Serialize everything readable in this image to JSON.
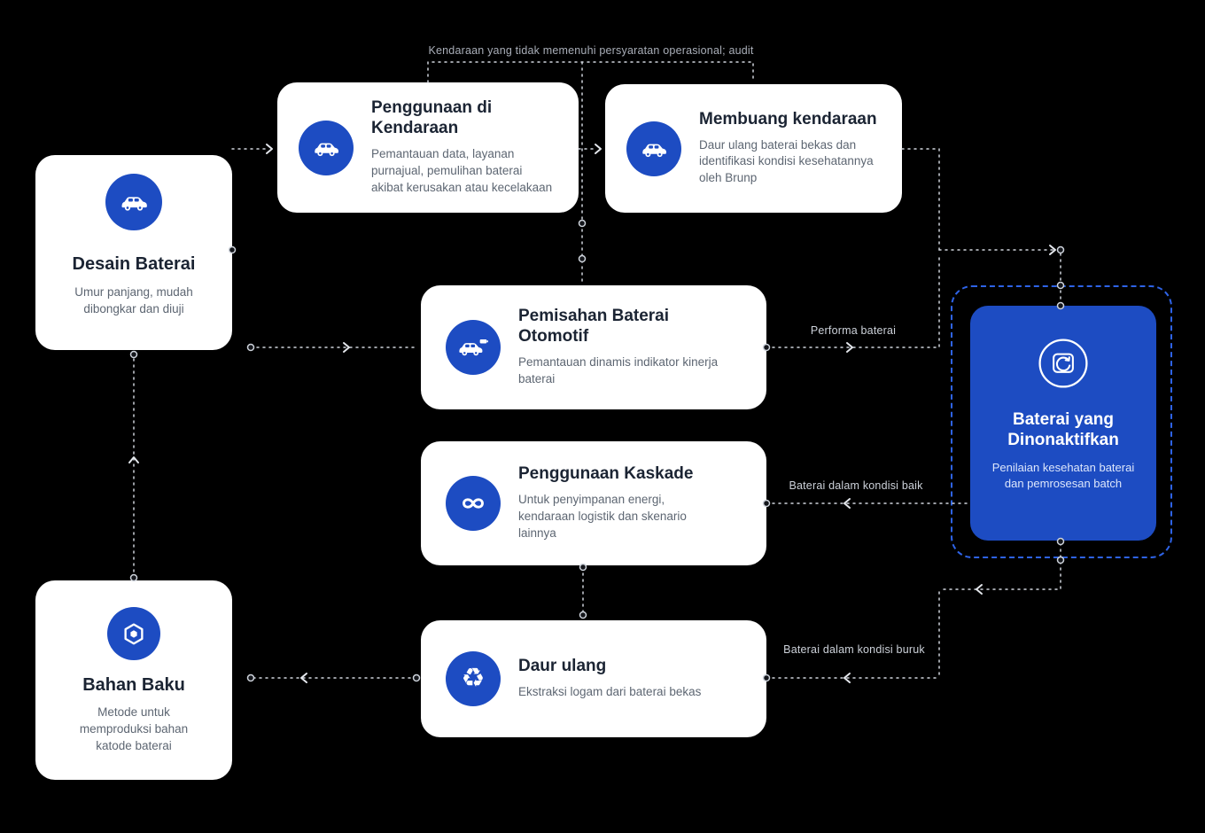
{
  "diagram": {
    "edge_labels": {
      "audit": "Kendaraan yang tidak memenuhi persyaratan operasional; audit",
      "performa": "Performa baterai",
      "kondisi_baik": "Baterai dalam kondisi baik",
      "kondisi_buruk": "Baterai dalam kondisi buruk"
    },
    "cards": [
      {
        "id": "desain",
        "icon": "car-icon",
        "title": "Desain Baterai",
        "body": "Umur panjang, mudah dibongkar dan diuji"
      },
      {
        "id": "penggunaan",
        "icon": "car-icon",
        "title": "Penggunaan di Kendaraan",
        "body": "Pemantauan data, layanan purnajual, pemulihan baterai akibat kerusakan atau kecelakaan"
      },
      {
        "id": "membuang",
        "icon": "car-icon",
        "title": "Membuang kendaraan",
        "body": "Daur ulang baterai bekas dan identifikasi kondisi kesehatannya oleh Brunp"
      },
      {
        "id": "pemisahan",
        "icon": "car-battery-icon",
        "title": "Pemisahan Baterai Otomotif",
        "body": "Pemantauan dinamis indikator kinerja baterai"
      },
      {
        "id": "kaskade",
        "icon": "infinity-icon",
        "title": "Penggunaan Kaskade",
        "body": "Untuk penyimpanan energi, kendaraan logistik dan skenario lainnya"
      },
      {
        "id": "daur",
        "icon": "recycle-icon",
        "title": "Daur ulang",
        "body": "Ekstraksi logam dari baterai bekas"
      },
      {
        "id": "bahan",
        "icon": "hexagon-icon",
        "title": "Bahan Baku",
        "body": "Metode untuk memproduksi bahan katode baterai"
      },
      {
        "id": "dinonaktifkan",
        "icon": "battery-recycle-icon",
        "title": "Baterai yang Dinonaktifkan",
        "body": "Penilaian kesehatan baterai dan pemrosesan batch",
        "highlight": true
      }
    ],
    "colors": {
      "background": "#000000",
      "card_bg": "#ffffff",
      "accent_blue": "#1d4cc2",
      "dashed_border": "#2e63e6",
      "title_text": "#1b2433",
      "body_text": "#5d6672",
      "connector": "#cfd4dc"
    }
  }
}
